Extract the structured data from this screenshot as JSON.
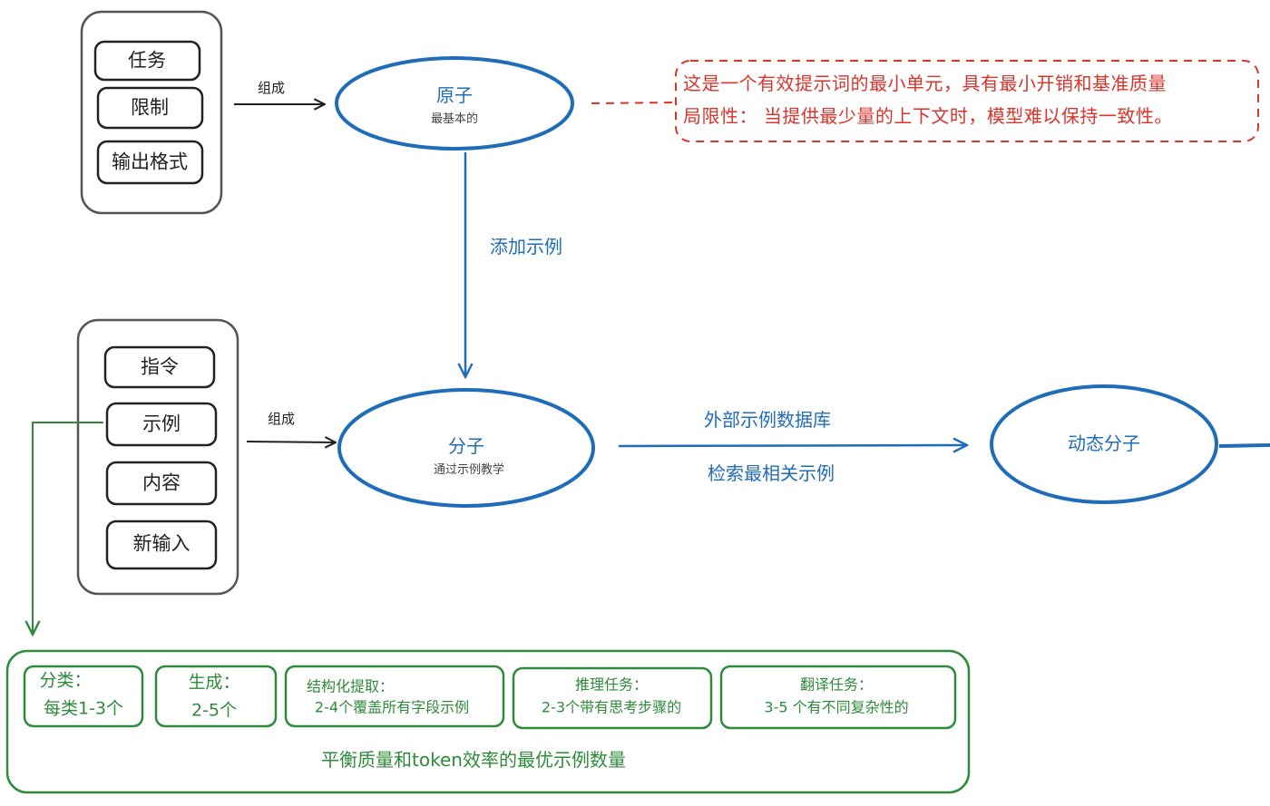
{
  "colors": {
    "dark": "#444444",
    "blue": "#1f6cb8",
    "red": "#d9342b",
    "green": "#2e8b3a"
  },
  "atom_group": {
    "items": [
      "任务",
      "限制",
      "输出格式"
    ],
    "edge_label": "组成"
  },
  "molecule_group": {
    "items": [
      "指令",
      "示例",
      "内容",
      "新输入"
    ],
    "edge_label": "组成"
  },
  "atom": {
    "title": "原子",
    "subtitle": "最基本的"
  },
  "molecule": {
    "title": "分子",
    "subtitle": "通过示例教学"
  },
  "dynamic_molecule": {
    "title": "动态分子"
  },
  "edges": {
    "add_examples": "添加示例",
    "external_db": "外部示例数据库",
    "retrieve": "检索最相关示例"
  },
  "note": {
    "line1": "这是一个有效提示词的最小单元，具有最小开销和基准质量",
    "line2": "局限性： 当提供最少量的上下文时，模型难以保持一致性。"
  },
  "example_counts": {
    "items": [
      {
        "line1": "分类：",
        "line2": "每类1-3个"
      },
      {
        "line1": "生成：",
        "line2": "2-5个"
      },
      {
        "line1": "结构化提取：",
        "line2": "2-4个覆盖所有字段示例"
      },
      {
        "line1": "推理任务：",
        "line2": "2-3个带有思考步骤的"
      },
      {
        "line1": "翻译任务：",
        "line2": "3-5 个有不同复杂性的"
      }
    ],
    "footer": "平衡质量和token效率的最优示例数量"
  }
}
